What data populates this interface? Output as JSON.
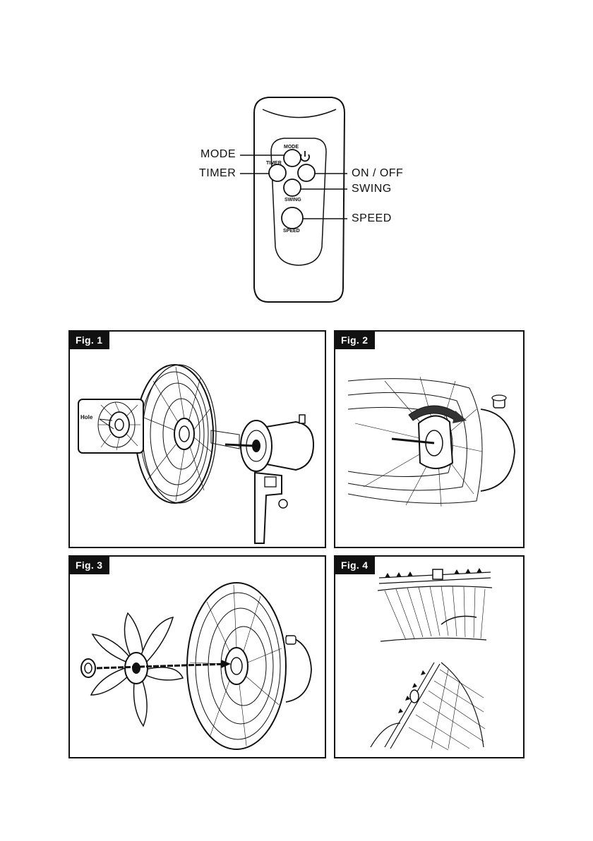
{
  "remote": {
    "buttons": {
      "mode": "MODE",
      "timer": "TIMER",
      "swing": "SWING",
      "speed": "SPEED"
    },
    "callouts": {
      "mode": "MODE",
      "timer": "TIMER",
      "on_off": "ON / OFF",
      "swing": "SWING",
      "speed": "SPEED"
    },
    "power_icon": "power-icon"
  },
  "figures": [
    {
      "label": "Fig. 1",
      "annotation": "Hole"
    },
    {
      "label": "Fig. 2"
    },
    {
      "label": "Fig. 3"
    },
    {
      "label": "Fig. 4"
    }
  ]
}
